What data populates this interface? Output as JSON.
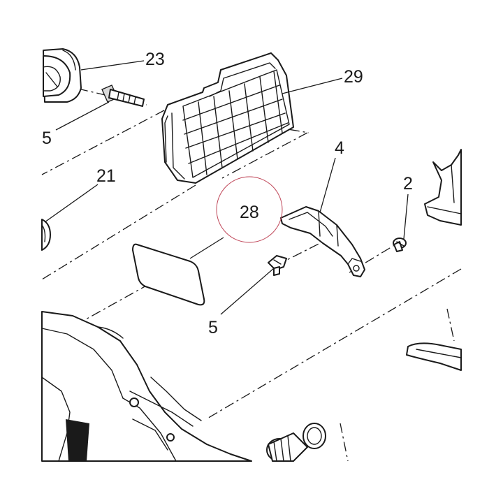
{
  "diagram": {
    "callouts": [
      {
        "id": "c23",
        "text": "23"
      },
      {
        "id": "c29",
        "text": "29"
      },
      {
        "id": "c5a",
        "text": "5"
      },
      {
        "id": "c21",
        "text": "21"
      },
      {
        "id": "c4",
        "text": "4"
      },
      {
        "id": "c2",
        "text": "2"
      },
      {
        "id": "c28",
        "text": "28"
      },
      {
        "id": "c5b",
        "text": "5"
      }
    ],
    "highlight_color": "#c0485a",
    "line_color": "#1a1a1a"
  }
}
